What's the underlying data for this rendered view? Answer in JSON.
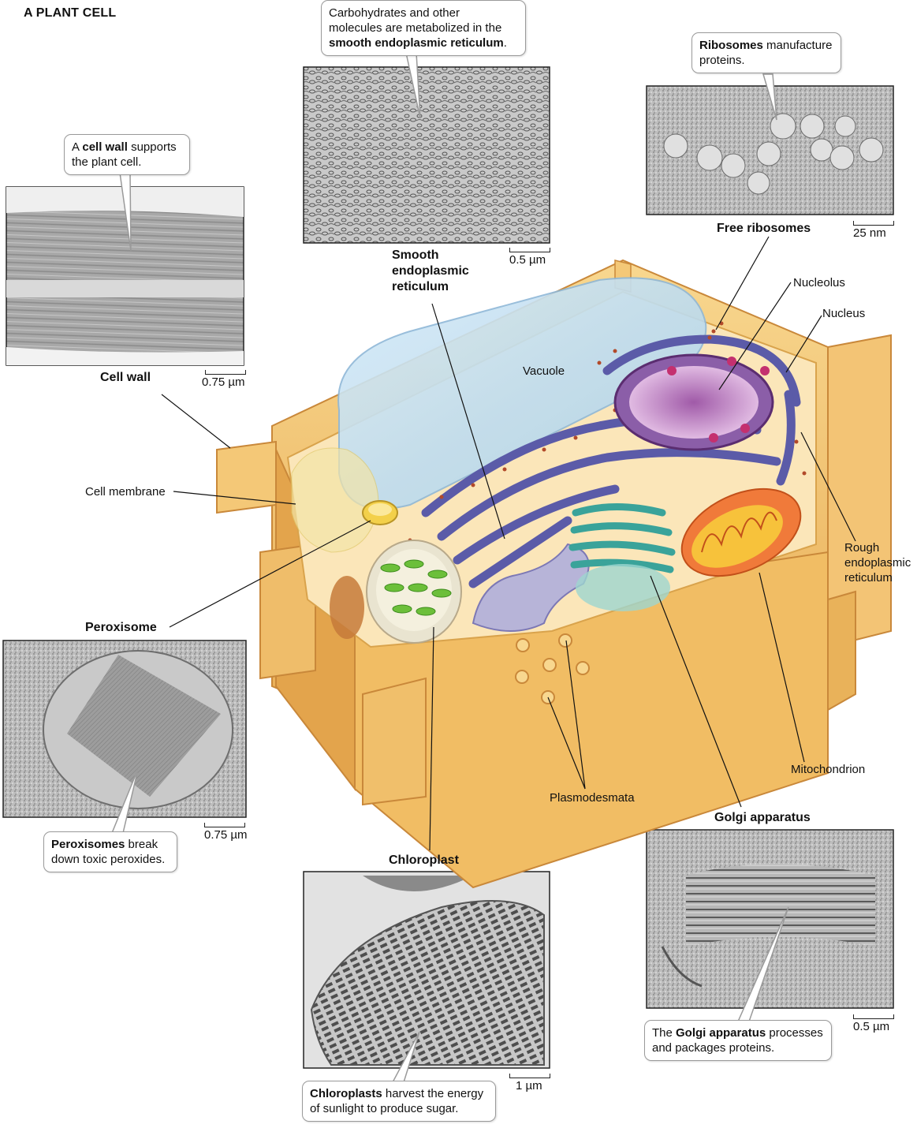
{
  "title": "A PLANT CELL",
  "panels": {
    "cell_wall": {
      "label": "Cell wall",
      "scale": "0.75 µm",
      "callout_bold": "cell wall",
      "callout_pre": "A ",
      "callout_post": " supports",
      "callout_line2": "the plant cell."
    },
    "smooth_er": {
      "label_line1": "Smooth",
      "label_line2": "endoplasmic",
      "label_line3": "reticulum",
      "scale": "0.5 µm",
      "callout_line1": "Carbohydrates and other",
      "callout_line2": "molecules are metabolized in the",
      "callout_bold": "smooth endoplasmic reticulum",
      "callout_end": "."
    },
    "ribosomes": {
      "label": "Free ribosomes",
      "scale": "25 nm",
      "callout_bold": "Ribosomes",
      "callout_post": " manufacture",
      "callout_line2": "proteins."
    },
    "peroxisome": {
      "label": "Peroxisome",
      "scale": "0.75 µm",
      "callout_bold": "Peroxisomes",
      "callout_post": " break",
      "callout_line2": "down toxic peroxides."
    },
    "chloroplast": {
      "label": "Chloroplast",
      "scale": "1 µm",
      "callout_bold": "Chloroplasts",
      "callout_post": " harvest the energy",
      "callout_line2": "of sunlight to produce sugar."
    },
    "golgi": {
      "label": "Golgi apparatus",
      "scale": "0.5 µm",
      "callout_pre": "The ",
      "callout_bold": "Golgi apparatus",
      "callout_post": " processes",
      "callout_line2": "and packages proteins."
    }
  },
  "labels": {
    "vacuole": "Vacuole",
    "nucleolus": "Nucleolus",
    "nucleus": "Nucleus",
    "cell_membrane": "Cell membrane",
    "rough_er_line1": "Rough",
    "rough_er_line2": "endoplasmic",
    "rough_er_line3": "reticulum",
    "mitochondrion": "Mitochondrion",
    "plasmodesmata": "Plasmodesmata"
  },
  "colors": {
    "cell_wall": "#f2c16a",
    "cell_wall_dark": "#d9953a",
    "vacuole": "#b8d8ee",
    "er": "#5b5ba8",
    "nucleolus": "#b56bb5",
    "golgi": "#3aa39a",
    "mitochondrion": "#f07a3a",
    "chloroplast": "#6cbf3a",
    "ribosome": "#b24a2a"
  }
}
